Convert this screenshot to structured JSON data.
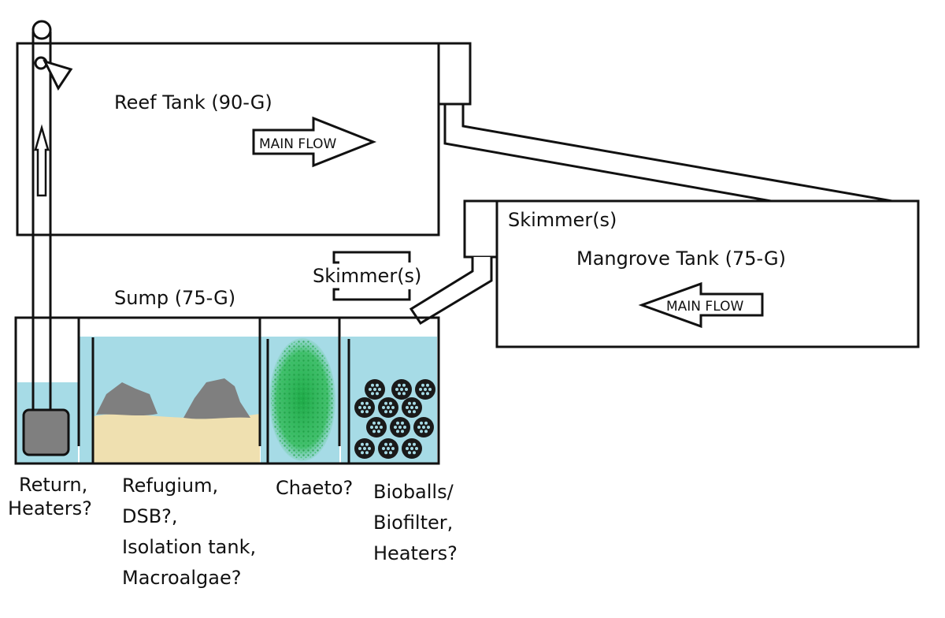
{
  "tanks": {
    "reef": "Reef Tank (90-G)",
    "mangrove": "Mangrove Tank (75-G)",
    "sump": "Sump (75-G)"
  },
  "flow": {
    "reef_arrow": "MAIN FLOW",
    "mangrove_arrow": "MAIN FLOW"
  },
  "skimmers": {
    "mangrove_label": "Skimmer(s)",
    "sump_label": "Skimmer(s)"
  },
  "sections": {
    "return": [
      "Return,",
      "Heaters?"
    ],
    "refugium": [
      "Refugium,",
      "DSB?,",
      "Isolation tank,",
      "Macroalgae?"
    ],
    "chaeto": [
      "Chaeto?"
    ],
    "biofilter": [
      "Bioballs/",
      "Biofilter,",
      "Heaters?"
    ]
  },
  "colors": {
    "water": "#a6dbe6",
    "sand": "#efe0b0",
    "rock": "#7f7f7f",
    "chaeto": "#22b14c",
    "outline": "#111111",
    "pump": "#7f7f7f"
  }
}
